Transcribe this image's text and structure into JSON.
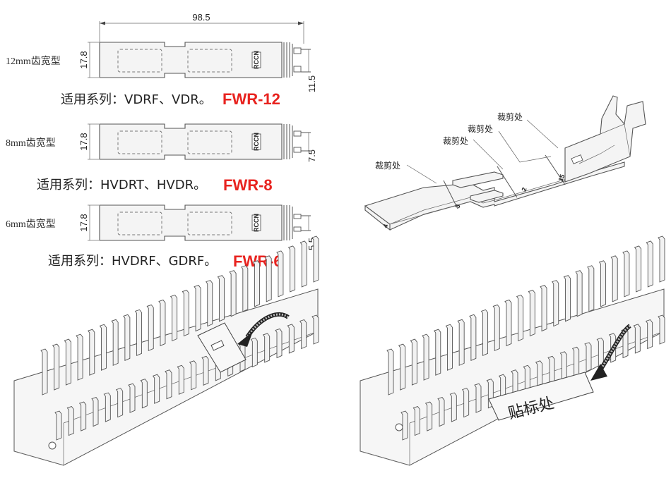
{
  "strips": [
    {
      "type_label": "12mm齿宽型",
      "height_dim": "17.8",
      "side_dim": "11.5",
      "series_text": "适用系列：VDRF、VDR。",
      "model": "FWR-12",
      "logo": "RCCN"
    },
    {
      "type_label": "8mm齿宽型",
      "height_dim": "17.8",
      "side_dim": "7.5",
      "series_text": "适用系列：HVDRT、HVDR。",
      "model": "FWR-8",
      "logo": "RCCN"
    },
    {
      "type_label": "6mm齿宽型",
      "height_dim": "17.8",
      "side_dim": "5.5",
      "series_text": "适用系列：HVDRF、GDRF。",
      "model": "FWR-6",
      "logo": "RCCN"
    }
  ],
  "width_dim": "98.5",
  "cut_label": "裁剪处",
  "segment_marks": [
    "4",
    "3",
    "2",
    "15"
  ],
  "duct_label_text": "贴标处",
  "colors": {
    "model_red": "#e8231f",
    "line": "#555555"
  }
}
